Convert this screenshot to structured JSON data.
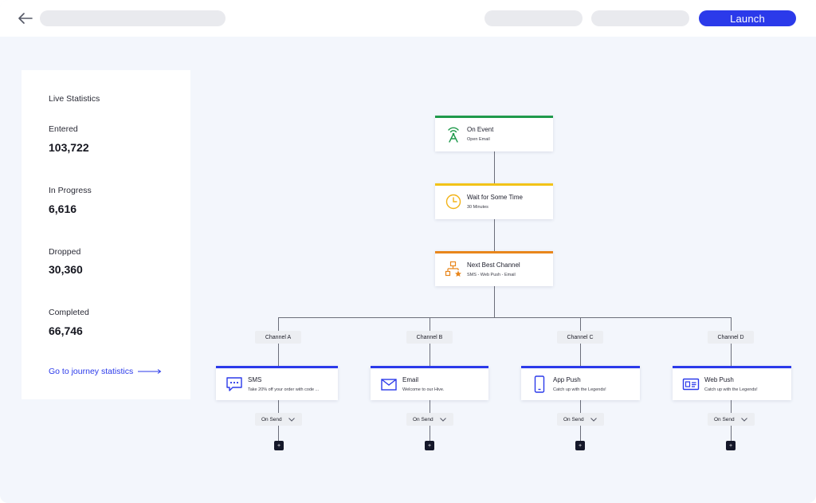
{
  "topbar": {
    "launch_label": "Launch"
  },
  "stats": {
    "title": "Live Statistics",
    "items": [
      {
        "label": "Entered",
        "value": "103,722"
      },
      {
        "label": "In Progress",
        "value": "6,616"
      },
      {
        "label": "Dropped",
        "value": "30,360"
      },
      {
        "label": "Completed",
        "value": "66,746"
      }
    ],
    "link_label": "Go to journey statistics"
  },
  "flow": {
    "nodes": [
      {
        "title": "On Event",
        "sub": "Open Email",
        "icon": "antenna-icon",
        "color": "#1f9a4b"
      },
      {
        "title": "Wait for Some Time",
        "sub": "30 Minutes",
        "icon": "clock-icon",
        "color": "#f2c318"
      },
      {
        "title": "Next Best Channel",
        "sub": "SMS - Web Push - Email",
        "icon": "network-star-icon",
        "color": "#e8861c"
      }
    ],
    "channels": [
      {
        "label": "Channel A",
        "title": "SMS",
        "sub": "Take 20% off your order with code ...",
        "icon": "sms-icon",
        "onsend": "On Send"
      },
      {
        "label": "Channel B",
        "title": "Email",
        "sub": "Welcome to our Hive.",
        "icon": "email-icon",
        "onsend": "On Send"
      },
      {
        "label": "Channel C",
        "title": "App Push",
        "sub": "Catch up with the Legends!",
        "icon": "mobile-icon",
        "onsend": "On Send"
      },
      {
        "label": "Channel D",
        "title": "Web Push",
        "sub": "Catch up with the Legends!",
        "icon": "browser-card-icon",
        "onsend": "On Send"
      }
    ],
    "channel_color": "#2b3aea",
    "plus_label": "+"
  }
}
